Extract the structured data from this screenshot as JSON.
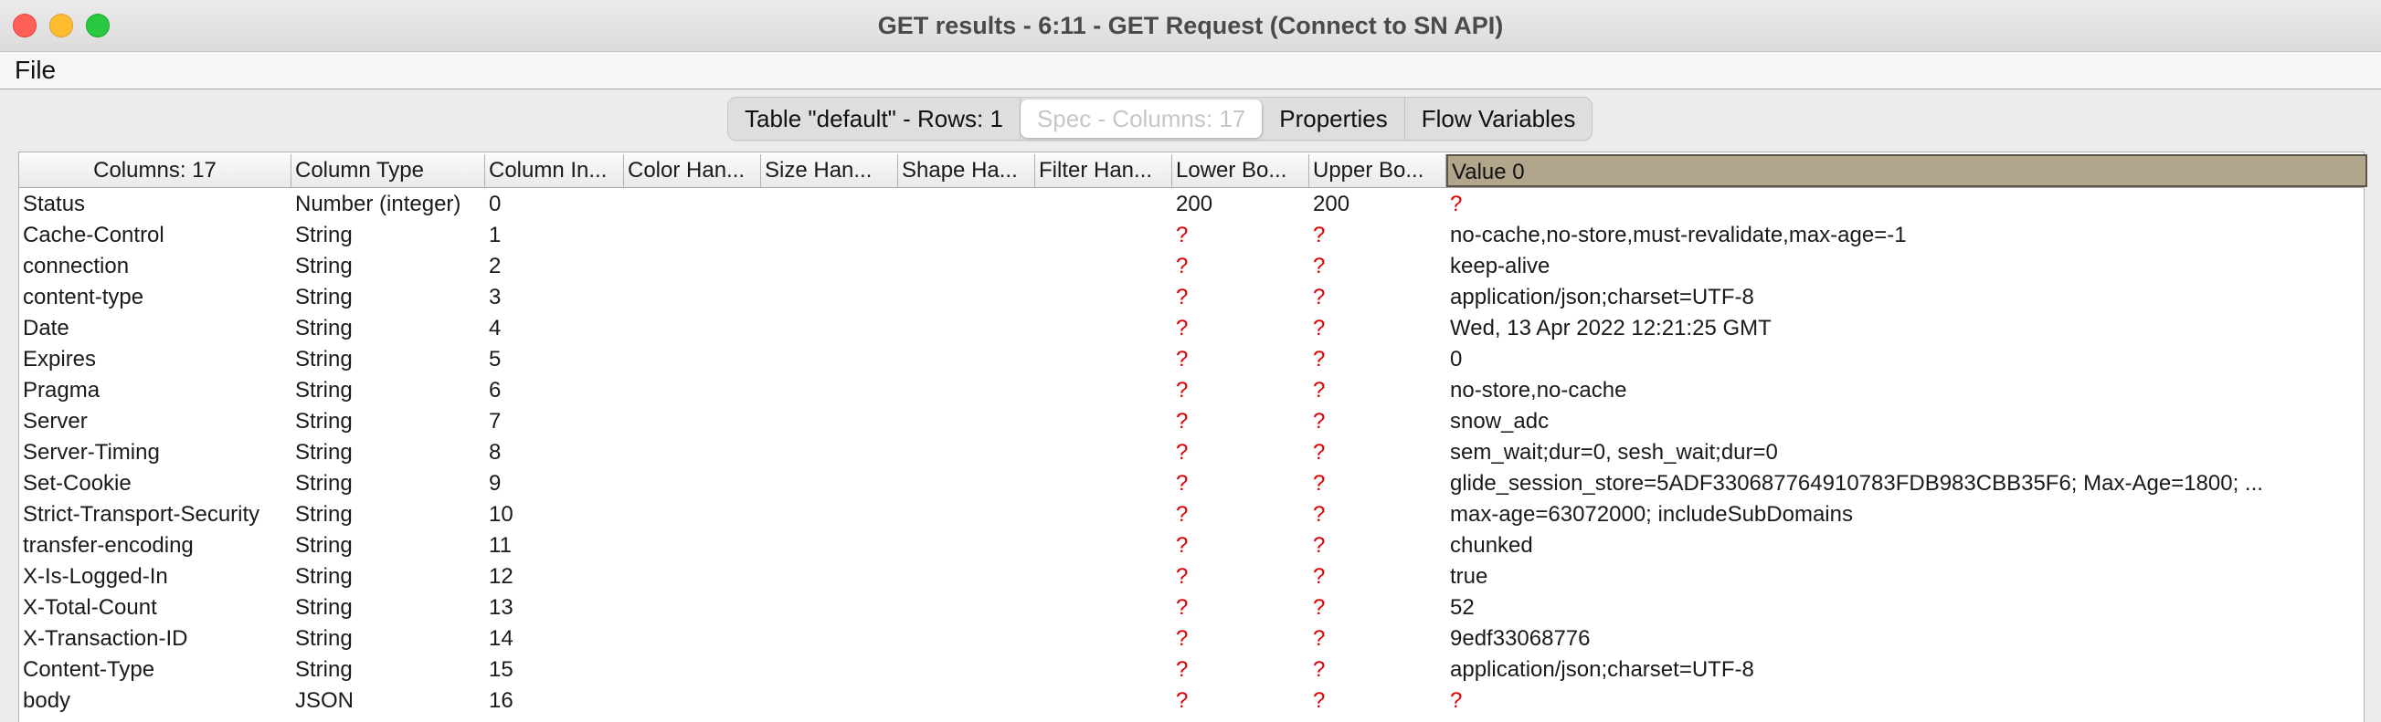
{
  "window": {
    "title": "GET results - 6:11 - GET Request (Connect to SN API)"
  },
  "menu": {
    "items": [
      "File"
    ]
  },
  "tabs": [
    {
      "label": "Table \"default\" - Rows: 1",
      "selected": false
    },
    {
      "label": "Spec - Columns: 17",
      "selected": true
    },
    {
      "label": "Properties",
      "selected": false
    },
    {
      "label": "Flow Variables",
      "selected": false
    }
  ],
  "table": {
    "headers": [
      "Columns: 17",
      "Column Type",
      "Column In...",
      "Color Han...",
      "Size Han...",
      "Shape Ha...",
      "Filter Han...",
      "Lower Bo...",
      "Upper Bo...",
      "Value 0"
    ],
    "rows": [
      [
        "Status",
        "Number (integer)",
        "0",
        "",
        "",
        "",
        "",
        "200",
        "200",
        "?"
      ],
      [
        "Cache-Control",
        "String",
        "1",
        "",
        "",
        "",
        "",
        "?",
        "?",
        "no-cache,no-store,must-revalidate,max-age=-1"
      ],
      [
        "connection",
        "String",
        "2",
        "",
        "",
        "",
        "",
        "?",
        "?",
        "keep-alive"
      ],
      [
        "content-type",
        "String",
        "3",
        "",
        "",
        "",
        "",
        "?",
        "?",
        "application/json;charset=UTF-8"
      ],
      [
        "Date",
        "String",
        "4",
        "",
        "",
        "",
        "",
        "?",
        "?",
        "Wed, 13 Apr 2022 12:21:25 GMT"
      ],
      [
        "Expires",
        "String",
        "5",
        "",
        "",
        "",
        "",
        "?",
        "?",
        "0"
      ],
      [
        "Pragma",
        "String",
        "6",
        "",
        "",
        "",
        "",
        "?",
        "?",
        "no-store,no-cache"
      ],
      [
        "Server",
        "String",
        "7",
        "",
        "",
        "",
        "",
        "?",
        "?",
        "snow_adc"
      ],
      [
        "Server-Timing",
        "String",
        "8",
        "",
        "",
        "",
        "",
        "?",
        "?",
        "sem_wait;dur=0, sesh_wait;dur=0"
      ],
      [
        "Set-Cookie",
        "String",
        "9",
        "",
        "",
        "",
        "",
        "?",
        "?",
        "glide_session_store=5ADF330687764910783FDB983CBB35F6; Max-Age=1800; ..."
      ],
      [
        "Strict-Transport-Security",
        "String",
        "10",
        "",
        "",
        "",
        "",
        "?",
        "?",
        "max-age=63072000; includeSubDomains"
      ],
      [
        "transfer-encoding",
        "String",
        "11",
        "",
        "",
        "",
        "",
        "?",
        "?",
        "chunked"
      ],
      [
        "X-Is-Logged-In",
        "String",
        "12",
        "",
        "",
        "",
        "",
        "?",
        "?",
        "true"
      ],
      [
        "X-Total-Count",
        "String",
        "13",
        "",
        "",
        "",
        "",
        "?",
        "?",
        "52"
      ],
      [
        "X-Transaction-ID",
        "String",
        "14",
        "",
        "",
        "",
        "",
        "?",
        "?",
        "9edf33068776"
      ],
      [
        "Content-Type",
        "String",
        "15",
        "",
        "",
        "",
        "",
        "?",
        "?",
        "application/json;charset=UTF-8"
      ],
      [
        "body",
        "JSON",
        "16",
        "",
        "",
        "",
        "",
        "?",
        "?",
        "?"
      ]
    ]
  },
  "colors": {
    "missing_value": "#e00000",
    "value_column_header": "#b1a68c",
    "close": "#fe5f57",
    "minimize": "#febc2e",
    "maximize": "#28c840"
  }
}
